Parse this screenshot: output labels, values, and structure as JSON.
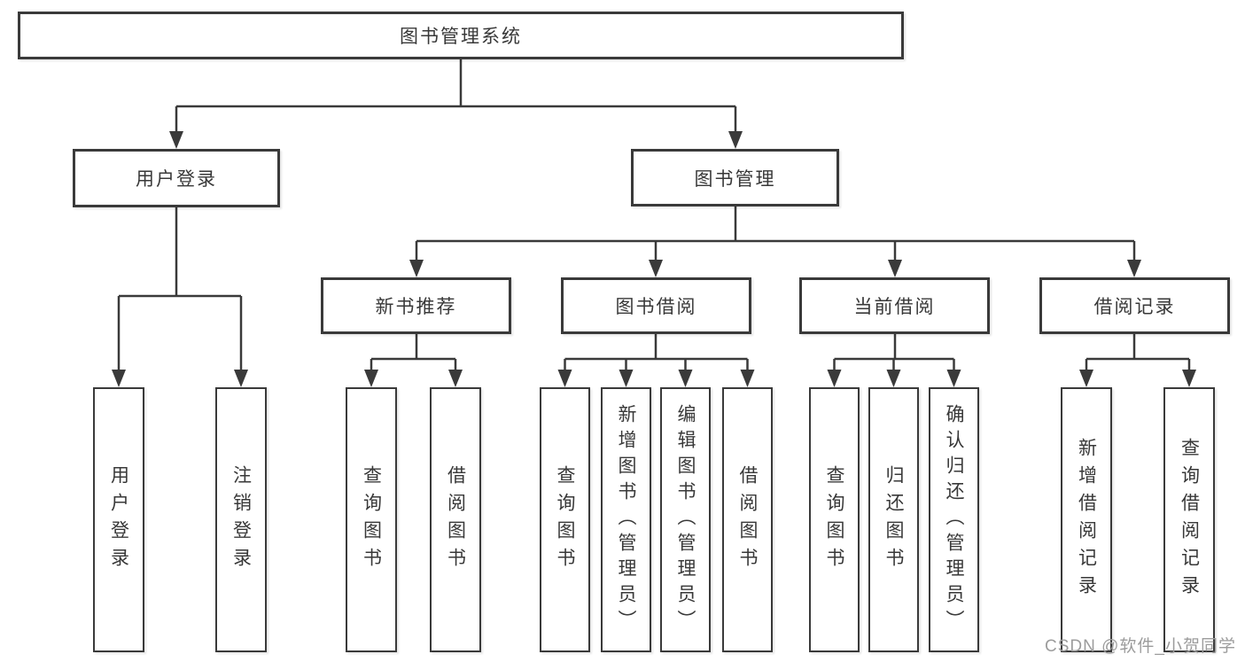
{
  "tree": {
    "root": {
      "label": "图书管理系统"
    },
    "branches": [
      {
        "label": "用户登录",
        "children": [
          {
            "label": "用户登录"
          },
          {
            "label": "注销登录"
          }
        ]
      },
      {
        "label": "图书管理",
        "children": [
          {
            "label": "新书推荐",
            "children": [
              {
                "label": "查询图书"
              },
              {
                "label": "借阅图书"
              }
            ]
          },
          {
            "label": "图书借阅",
            "children": [
              {
                "label": "查询图书"
              },
              {
                "label": "新增图书（管理员）"
              },
              {
                "label": "编辑图书（管理员）"
              },
              {
                "label": "借阅图书"
              }
            ]
          },
          {
            "label": "当前借阅",
            "children": [
              {
                "label": "查询图书"
              },
              {
                "label": "归还图书"
              },
              {
                "label": "确认归还（管理员）"
              }
            ]
          },
          {
            "label": "借阅记录",
            "children": [
              {
                "label": "新增借阅记录"
              },
              {
                "label": "查询借阅记录"
              }
            ]
          }
        ]
      }
    ]
  },
  "watermark": {
    "text": "CSDN @软件_小贺同学"
  },
  "colors": {
    "line": "#3a3a3a",
    "box_border": "#3a3a3a",
    "text": "#383838",
    "watermark": "#9c9c9c",
    "background": "#ffffff"
  }
}
